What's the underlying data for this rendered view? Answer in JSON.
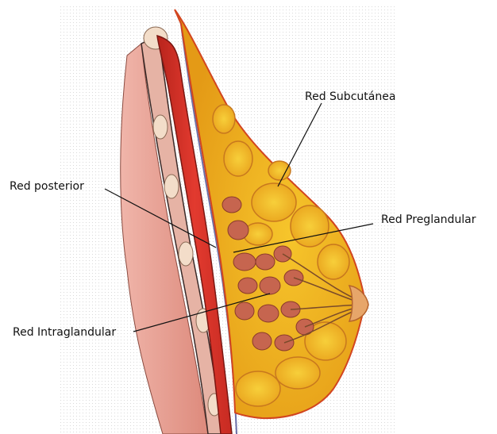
{
  "diagram": {
    "labels": {
      "subcutanea": "Red Subcutánea",
      "posterior": "Red posterior",
      "preglandular": "Red Preglandular",
      "intraglandular": "Red Intraglandular"
    },
    "colors": {
      "background": "#ffffff",
      "panel_grid": "#d9d9d9",
      "skin_tissue": "#e79a8f",
      "muscle": "#d8322a",
      "fat": "#f2c21a",
      "fat_outline": "#c8781e",
      "gland": "#c2614e",
      "leader_line": "#111111"
    }
  }
}
